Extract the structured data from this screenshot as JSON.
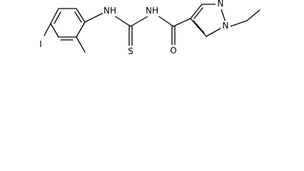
{
  "molecule": {
    "atoms": {
      "iodine": "I",
      "thiourea_nh_left": "NH",
      "thiourea_nh_right": "NH",
      "sulfur": "S",
      "carbonyl_oxygen": "O",
      "pyrazole_n2": "N",
      "pyrazole_n1": "N"
    }
  }
}
